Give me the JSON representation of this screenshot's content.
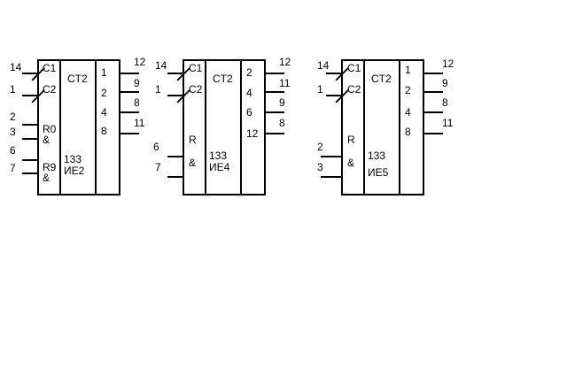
{
  "chips": [
    {
      "id": "ie2",
      "type_label": "CT2",
      "series": "133",
      "name": "ИЕ2",
      "left_labels": [
        "C1",
        "C2",
        "R0",
        "&",
        "R9",
        "&"
      ],
      "left_pins": [
        "14",
        "1",
        "2",
        "3",
        "6",
        "7"
      ],
      "right_weights": [
        "1",
        "2",
        "4",
        "8"
      ],
      "right_pins": [
        "12",
        "9",
        "8",
        "11"
      ]
    },
    {
      "id": "ie4",
      "type_label": "CT2",
      "series": "133",
      "name": "ИЕ4",
      "left_labels": [
        "C1",
        "C2",
        "R",
        "&"
      ],
      "left_pins": [
        "14",
        "1",
        "6",
        "7"
      ],
      "right_weights": [
        "2",
        "4",
        "6",
        "12"
      ],
      "right_pins": [
        "12",
        "11",
        "9",
        "8"
      ]
    },
    {
      "id": "ie5",
      "type_label": "CT2",
      "series": "133",
      "name": "ИЕ5",
      "left_labels": [
        "C1",
        "C2",
        "R",
        "&"
      ],
      "left_pins": [
        "14",
        "1",
        "2",
        "3"
      ],
      "right_weights": [
        "1",
        "2",
        "4",
        "8"
      ],
      "right_pins": [
        "12",
        "9",
        "8",
        "11"
      ]
    }
  ]
}
